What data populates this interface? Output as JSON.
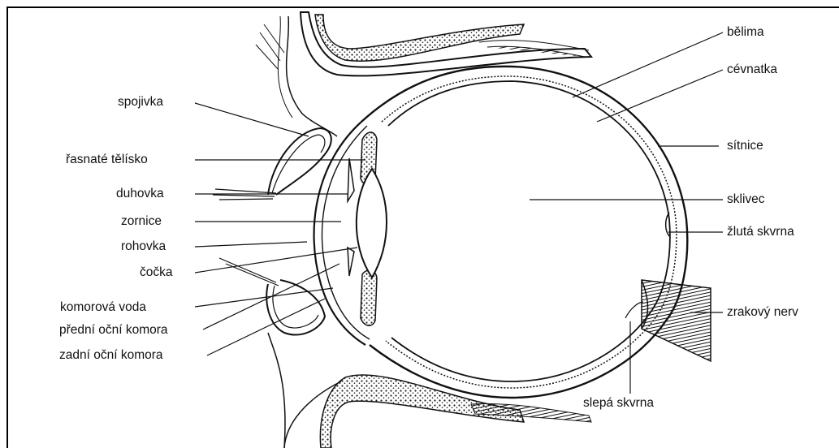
{
  "labels": {
    "spojivka": "spojivka",
    "rasnate_telisko": "řasnaté tělísko",
    "duhovka": "duhovka",
    "zornice": "zornice",
    "rohovka": "rohovka",
    "cocka": "čočka",
    "komorova_voda": "komorová voda",
    "predni_ocni_komora": "přední oční komora",
    "zadni_ocni_komora": "zadní oční komora",
    "belima": "bělima",
    "cevnatka": "cévnatka",
    "sitnice": "sítnice",
    "sklivec": "sklivec",
    "zluta_skvrna": "žlutá skvrna",
    "zrakovy_nerv": "zrakový nerv",
    "slepa_skvrna": "slepá skvrna"
  }
}
